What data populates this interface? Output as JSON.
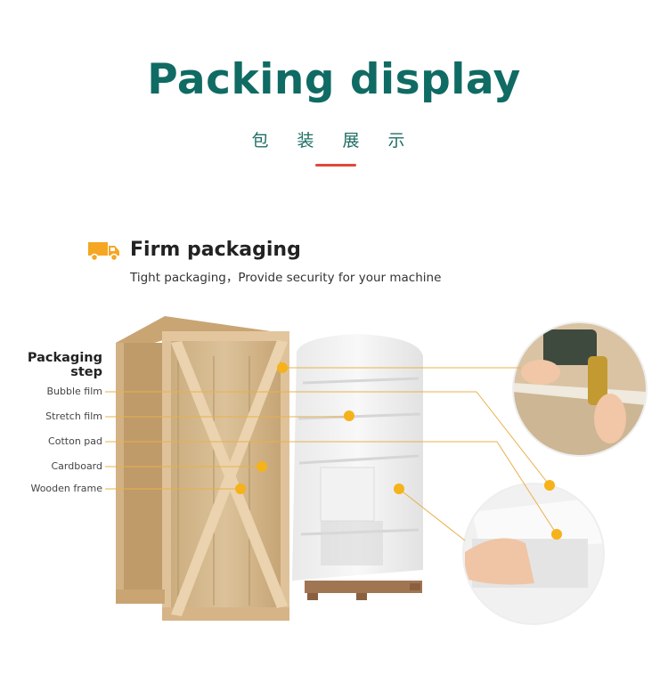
{
  "header": {
    "title": "Packing display",
    "subtitle": "包 装 展 示"
  },
  "section": {
    "icon": "truck-icon",
    "title": "Firm packaging",
    "subtitle": "Tight packaging，Provide security for your machine"
  },
  "steps": {
    "title_line1": "Packaging",
    "title_line2": "step",
    "items": [
      "Bubble film",
      "Stretch film",
      "Cotton pad",
      "Cardboard",
      "Wooden frame"
    ]
  },
  "colors": {
    "title": "#0f6b63",
    "accent_line": "#e2473a",
    "marker": "#f5b21a",
    "wood": "#d9b489"
  }
}
